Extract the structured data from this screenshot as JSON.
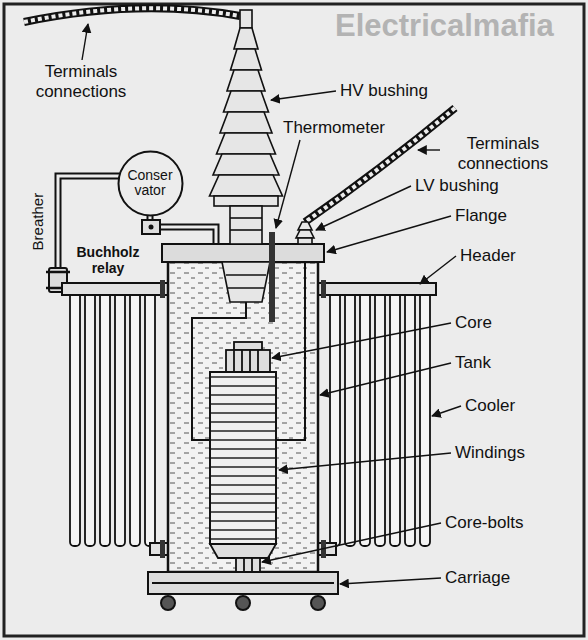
{
  "diagram": {
    "nodes": [
      {
        "text": [
          "Conser vator"
        ]
      }
    ],
    "labels": [
      "Electricalmafia",
      "Terminals connections",
      "HV bushing",
      "Thermometer",
      "Terminals connections",
      "Breather",
      "LV bushing",
      "Flange",
      "Buchholz relay",
      "Header",
      "Core",
      "Tank",
      "Cooler",
      "Windings",
      "Core-bolts",
      "Carriage"
    ]
  }
}
